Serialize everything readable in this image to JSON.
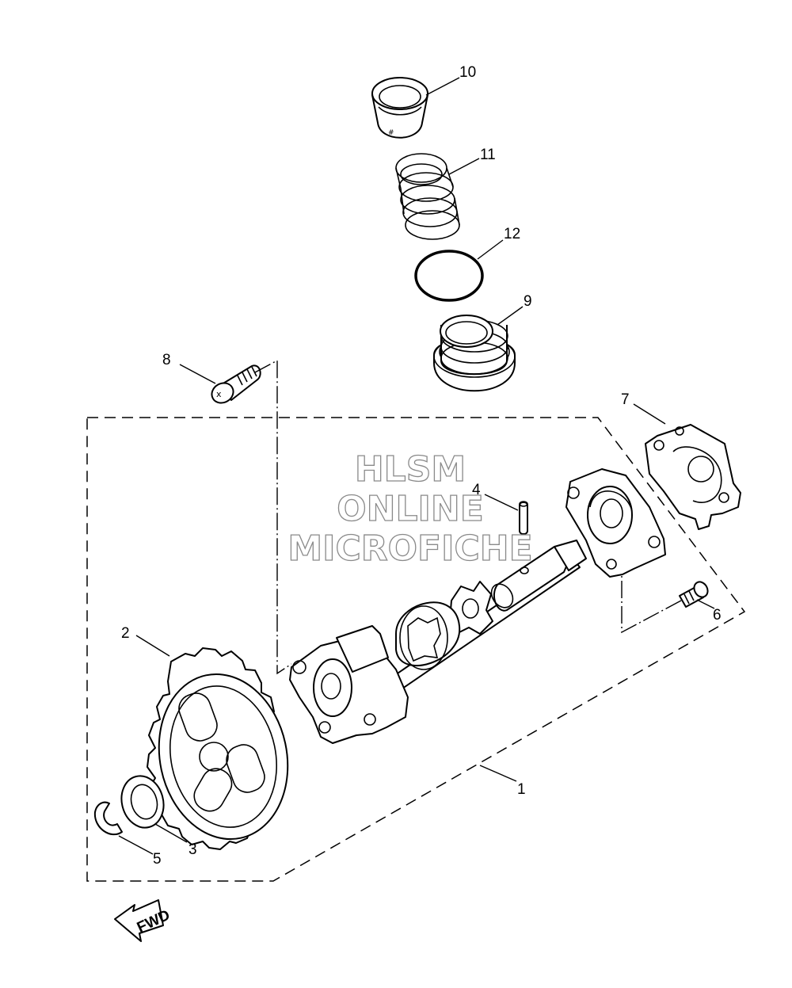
{
  "callouts": {
    "c1": "1",
    "c2": "2",
    "c3": "3",
    "c4": "4",
    "c5": "5",
    "c6": "6",
    "c7": "7",
    "c8": "8",
    "c9": "9",
    "c10": "10",
    "c11": "11",
    "c12": "12"
  },
  "watermark": {
    "line1": "HLSM",
    "line2": "ONLINE",
    "line3": "MICROFICHE"
  },
  "fwd_label": "FWD"
}
